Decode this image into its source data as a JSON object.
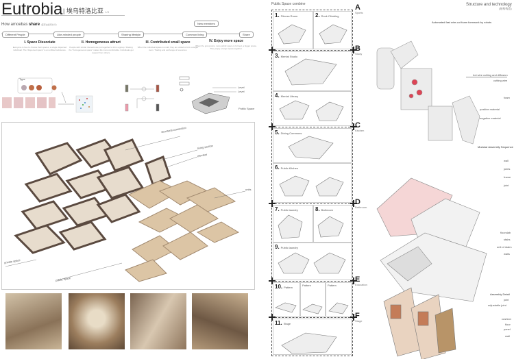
{
  "header": {
    "title": "Eutrobia",
    "title_cn": "| 埃乌特洛比亚",
    "page": "1/3",
    "share_prefix": "How amoebas",
    "share_bold": "share",
    "share_cn": "(变形虫如何共享)"
  },
  "timeline": {
    "nodes": [
      "Different People",
      "Like-minded people",
      "Sharing lifestyle",
      "Common living",
      "Share"
    ],
    "new_members": "New members"
  },
  "steps": [
    {
      "title": "I. Space Dissociate",
      "text": "Everyone is free to choose their spaces, a single dispersed individual. The \"dispersed space\" is an unfitted substance."
    },
    {
      "title": "II. Homogeneous attract",
      "text": "People with similar interests are put together to form a group. Sharing the \"homogeneous space\" makes life more comfortable. Individuals get support from others."
    },
    {
      "title": "III. Contributed small space",
      "text": "When the individual space is small, they are united to form a larger room. Trading and exchange of resources."
    },
    {
      "title": "IV. Enjoy more space",
      "text": "When the group joins, more public space is formed, a bigger space. They enjoy a larger space together."
    }
  ],
  "diagram_labels": {
    "type": "Type",
    "level1": "Level",
    "level2": "Level",
    "public_space": "Public Space",
    "axo": [
      "structural connection",
      "living section",
      "elevator",
      "units",
      "private space",
      "public space"
    ]
  },
  "middle": {
    "title": "Public Space combine",
    "cells": [
      {
        "num": "1.",
        "name": "Fitness Room"
      },
      {
        "num": "2.",
        "name": "Rock Climbing"
      },
      {
        "num": "3.",
        "name": "Mental Studio"
      },
      {
        "num": "4.",
        "name": "Mental Library"
      },
      {
        "num": "5.",
        "name": "Dining Commons"
      },
      {
        "num": "6.",
        "name": "Public Kitchen"
      },
      {
        "num": "7.",
        "name": "Public laundry"
      },
      {
        "num": "8.",
        "name": "Bathroom"
      },
      {
        "num": "9.",
        "name": "Public laundry"
      },
      {
        "num": "10.",
        "name": "Pattern"
      },
      {
        "num": "",
        "name": "Pattern"
      },
      {
        "num": "",
        "name": "Pattern"
      },
      {
        "num": "11.",
        "name": "Stage"
      }
    ],
    "zones": [
      {
        "letter": "A",
        "name": "Sports"
      },
      {
        "letter": "B",
        "name": "Study"
      },
      {
        "letter": "C",
        "name": "Kitchen"
      },
      {
        "letter": "D",
        "name": "Bathroom"
      },
      {
        "letter": "E",
        "name": "Education"
      },
      {
        "letter": "F",
        "name": "Stage"
      }
    ]
  },
  "right": {
    "title": "Structure and technology",
    "title_cn": "(结构构造)",
    "robot_head": "Automated fast wire-cut foam formwork by robots",
    "robot_labels": [
      "hot wire cutting and diffusion",
      "cutting wire",
      "foam",
      "positive material",
      "negative material"
    ],
    "assembly_head": "Modular Assembly Sequence",
    "assembly_labels": [
      "wall",
      "joints",
      "frame",
      "joint",
      "floorslab",
      "stairs",
      "unit of stairs",
      "walls"
    ],
    "detail_head": "Assembly Detail",
    "detail_labels": [
      "joint",
      "adjustable joint",
      "cushion",
      "floor",
      "panel",
      "wall"
    ]
  },
  "colors": {
    "frame": "#5b4a40",
    "wood": "#d9c3a5",
    "accent_red": "#e8a0a0",
    "ink": "#222222"
  }
}
